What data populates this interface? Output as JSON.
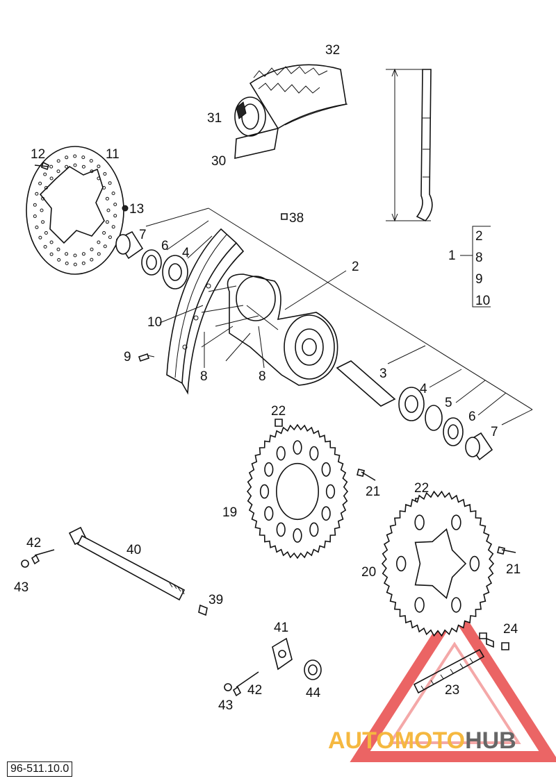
{
  "diagram": {
    "code": "96-511.10.0",
    "watermark": {
      "part1": "AUTOMOTO",
      "part2": "HUB",
      "color1": "#f5b840",
      "color2": "#666666",
      "triangle_color": "#e84a4a"
    },
    "labels": {
      "l1": "1",
      "l2a": "2",
      "l2b": "2",
      "l3": "3",
      "l4a": "4",
      "l4b": "4",
      "l5": "5",
      "l6a": "6",
      "l6b": "6",
      "l7a": "7",
      "l7b": "7",
      "l8a": "8",
      "l8b": "8",
      "l8c": "8",
      "l9a": "9",
      "l9b": "9",
      "l10a": "10",
      "l10b": "10",
      "l11": "11",
      "l12": "12",
      "l13": "13",
      "l19": "19",
      "l20": "20",
      "l21a": "21",
      "l21b": "21",
      "l22a": "22",
      "l22b": "22",
      "l23": "23",
      "l24": "24",
      "l30": "30",
      "l31": "31",
      "l32": "32",
      "l38": "38",
      "l39": "39",
      "l40": "40",
      "l41": "41",
      "l42a": "42",
      "l42b": "42",
      "l43a": "43",
      "l43b": "43",
      "l44": "44"
    }
  }
}
